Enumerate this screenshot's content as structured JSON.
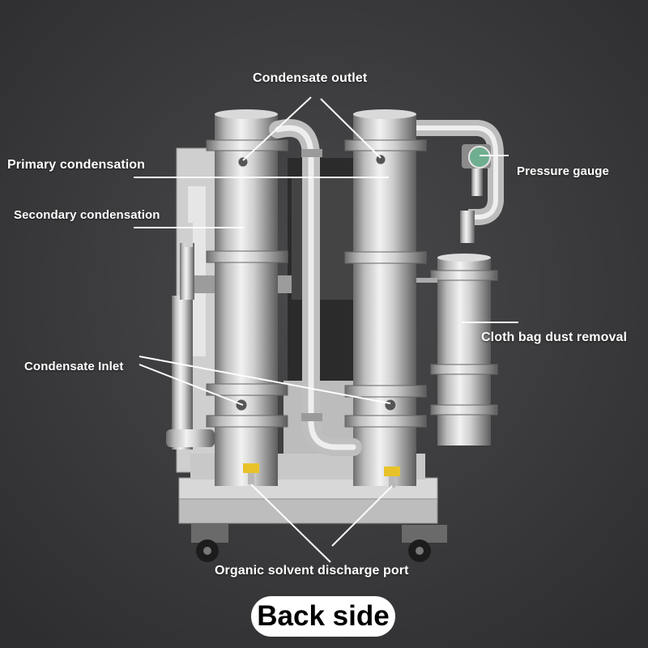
{
  "labels": {
    "condensate_outlet": "Condensate outlet",
    "primary_condensation": "Primary condensation",
    "secondary_condensation": "Secondary condensation",
    "pressure_gauge": "Pressure gauge",
    "cloth_bag_dust_removal": "Cloth bag dust removal",
    "condensate_inlet": "Condensate Inlet",
    "discharge_port": "Organic solvent discharge port"
  },
  "caption": "Back side",
  "colors": {
    "background": "#3a3a3c",
    "leader_line": "#ffffff",
    "caption_bg": "#ffffff",
    "caption_text": "#000000",
    "steel_light": "#eeeeee",
    "steel_dark": "#7f7f7f",
    "valve_yellow": "#e8c22a",
    "gauge_green": "#6fae8f"
  }
}
